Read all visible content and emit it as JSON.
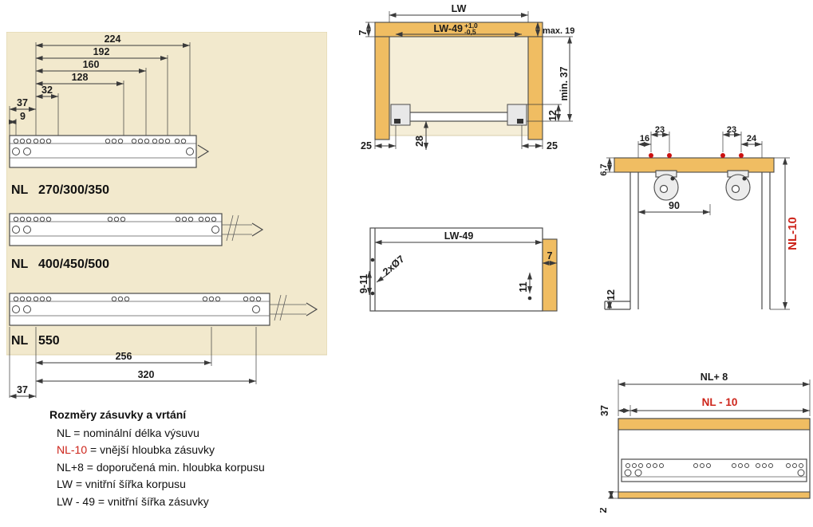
{
  "colors": {
    "accent_red": "#cd241a",
    "wood": "#f0bd62",
    "panel_background": "#f2e9cd"
  },
  "slide_panel": {
    "dims_top": [
      "224",
      "192",
      "160",
      "128",
      "32"
    ],
    "dim_37_front": "37",
    "dim_9": "9",
    "rows": [
      {
        "prefix": "NL",
        "sizes": "270/300/350"
      },
      {
        "prefix": "NL",
        "sizes": "400/450/500"
      },
      {
        "prefix": "NL",
        "sizes": "550"
      }
    ],
    "dim_256": "256",
    "dim_320": "320",
    "dim_37_bottom": "37"
  },
  "front_section": {
    "dim_lw": "LW",
    "dim_lw49": "LW-49",
    "tol_plus": "+1,0",
    "tol_minus": "-0,5",
    "dim_max19": "max. 19",
    "dim_7": "7",
    "dim_12": "12",
    "dim_min37": "min. 37",
    "dim_25_left": "25",
    "dim_28": "28",
    "dim_25_right": "25"
  },
  "bottom_view": {
    "dim_lw49": "LW-49",
    "dim_7": "7",
    "dim_11": "11",
    "dim_9_11": "9-11",
    "dim_holes": "2xØ7"
  },
  "hook_section": {
    "dim_16": "16",
    "dim_23_left": "23",
    "dim_23_right": "23",
    "dim_24": "24",
    "dim_6_7": "6,7",
    "dim_90": "90",
    "dim_nl10": "NL-10",
    "dim_12": "12"
  },
  "drawer_view": {
    "dim_nl8": "NL+ 8",
    "dim_nl10": "NL - 10",
    "dim_37": "37",
    "dim_2": "2"
  },
  "legend": {
    "title": "Rozměry zásuvky a vrtání",
    "items": [
      {
        "term": "NL",
        "rest": " = nominální délka výsuvu"
      },
      {
        "term": "NL-10",
        "rest": " = vnější hloubka zásuvky"
      },
      {
        "term": "NL+8",
        "rest": " = doporučená min. hloubka korpusu"
      },
      {
        "term": "LW",
        "rest": " = vnitřní šířka korpusu"
      },
      {
        "term": "LW - 49",
        "rest": " = vnitřní šířka zásuvky"
      }
    ]
  }
}
